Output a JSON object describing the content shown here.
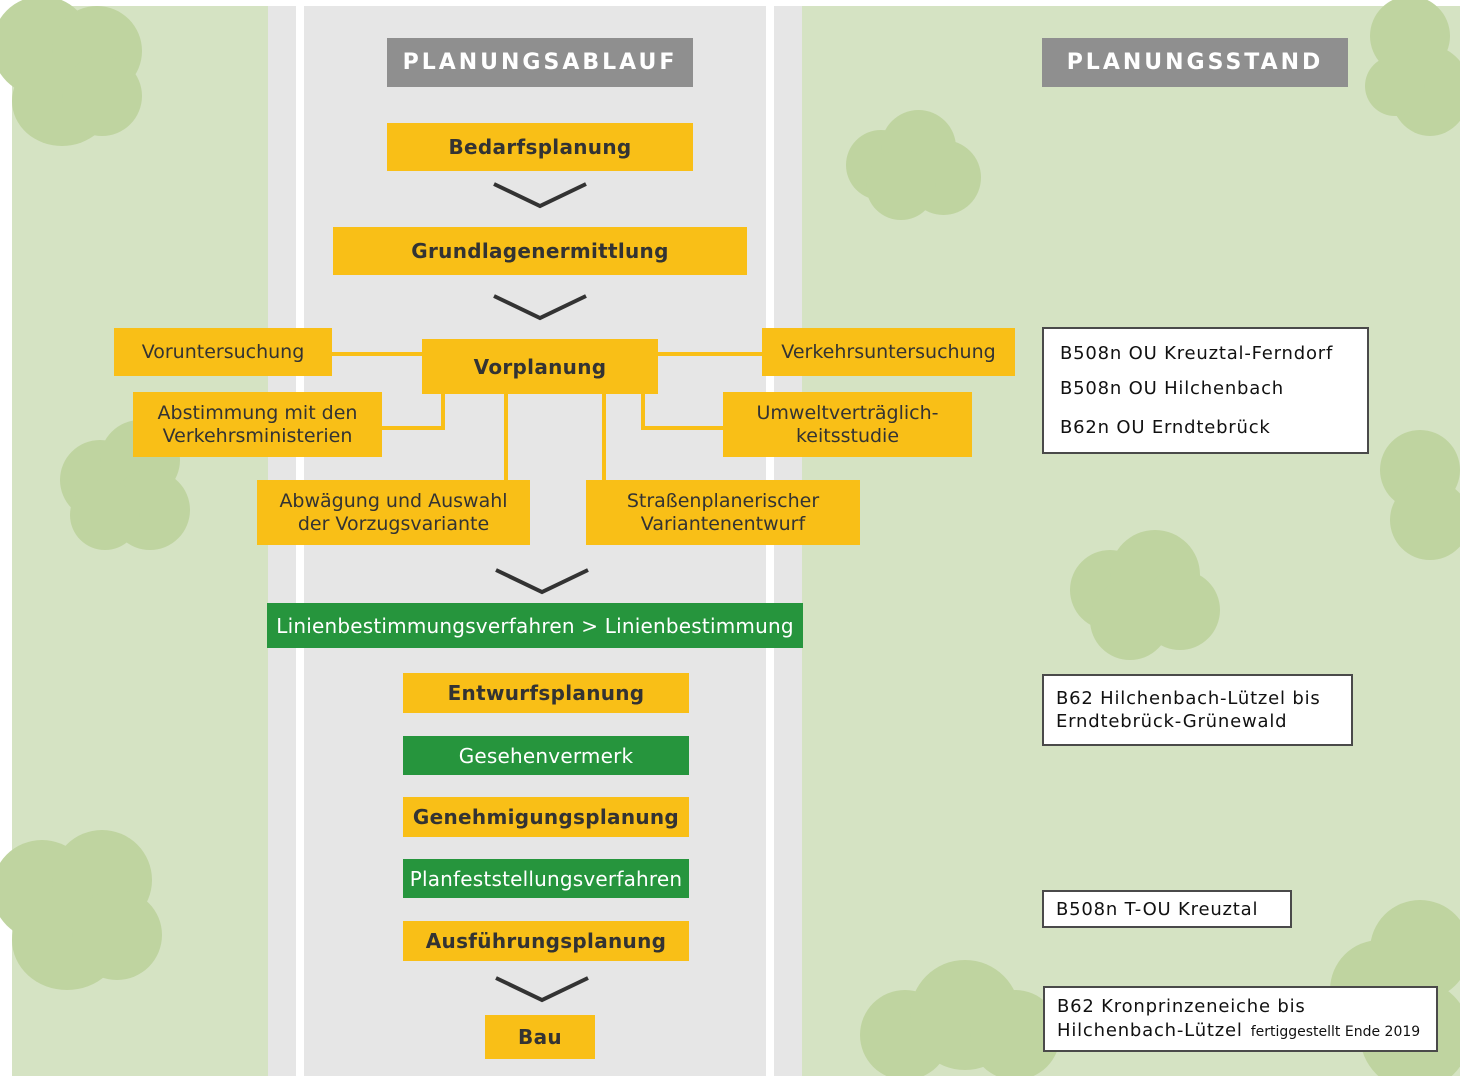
{
  "headers": {
    "left": "PLANUNGSABLAUF",
    "right": "PLANUNGSSTAND"
  },
  "steps": {
    "bedarfsplanung": "Bedarfsplanung",
    "grundlagenermittlung": "Grundlagenermittlung",
    "vorplanung": "Vorplanung",
    "linienbestimmung": "Linienbestimmungsverfahren > Linienbestimmung",
    "entwurfsplanung": "Entwurfsplanung",
    "gesehenvermerk": "Gesehenvermerk",
    "genehmigungsplanung": "Genehmigungsplanung",
    "planfeststellung": "Planfeststellungsverfahren",
    "ausfuehrungsplanung": "Ausführungsplanung",
    "bau": "Bau"
  },
  "vorplanung_parts": {
    "voruntersuchung": "Voruntersuchung",
    "verkehrsuntersuchung": "Verkehrsuntersuchung",
    "abstimmung": "Abstimmung mit den\nVerkehrsministerien",
    "umwelt": "Umweltverträglich-\nkeitsstudie",
    "abwaegung": "Abwägung und Auswahl\nder Vorzugsvariante",
    "variantenentwurf": "Straßenplanerischer\nVariantenentwurf"
  },
  "status": {
    "vorplanung": [
      "B508n OU Kreuztal-Ferndorf",
      "B508n OU Hilchenbach",
      "B62n OU Erndtebrück"
    ],
    "entwurf": [
      "B62 Hilchenbach-Lützel bis",
      "Erndtebrück-Grünewald"
    ],
    "planfeststellung": [
      "B508n T-OU Kreuztal"
    ],
    "bau": {
      "line1": "B62 Kronprinzeneiche bis",
      "line2": "Hilchenbach-Lützel",
      "note": "fertiggestellt Ende 2019"
    }
  },
  "colors": {
    "yellow": "#f9bf17",
    "green": "#26953d",
    "grey": "#8f8f8f",
    "road": "#e6e6e6",
    "grass": "#d5e3c3",
    "tree": "#bfd4a0"
  }
}
